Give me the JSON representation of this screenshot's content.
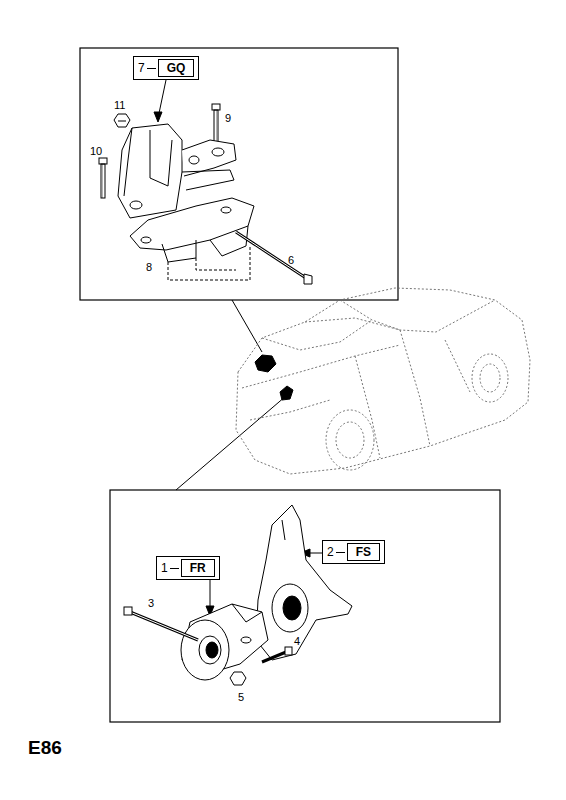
{
  "diagram": {
    "nodes": [
      {
        "text": [
          "7",
          "GQ"
        ]
      },
      {
        "text": [
          "1",
          "FR"
        ]
      },
      {
        "text": [
          "2",
          "FS"
        ]
      }
    ],
    "labels": [
      "11",
      "9",
      "10",
      "8",
      "6",
      "3",
      "4",
      "5",
      "E86"
    ]
  }
}
